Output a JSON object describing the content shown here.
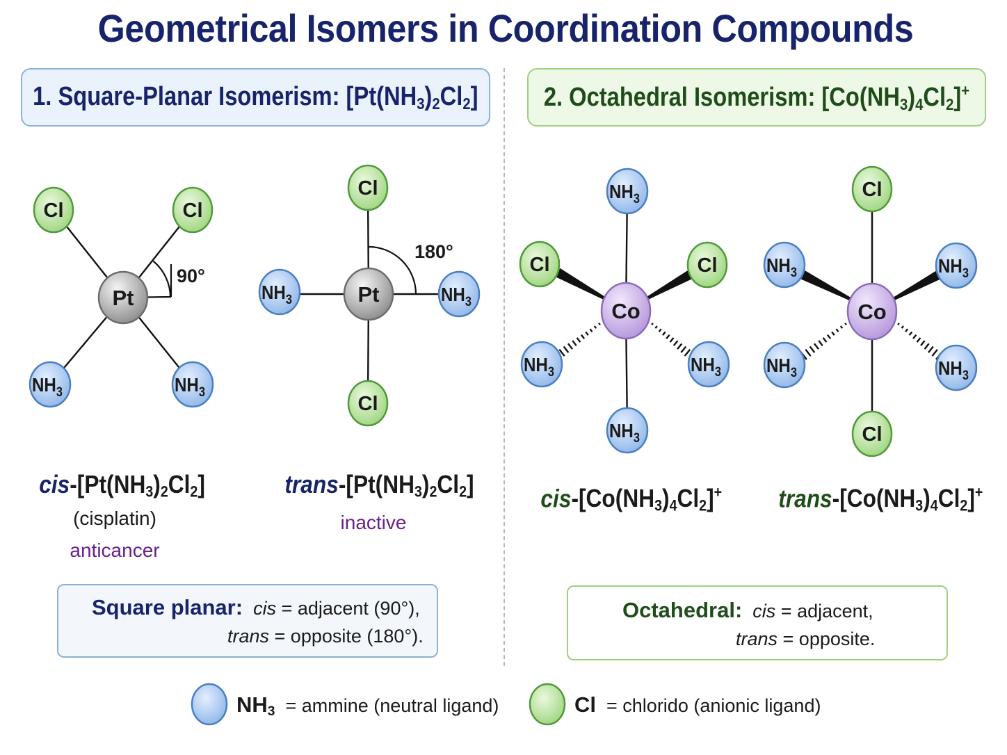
{
  "title": "Geometrical Isomers in Coordination Compounds",
  "sections": {
    "square_planar": {
      "heading_prefix": "1. Square-Planar Isomerism: ",
      "heading_formula": "[Pt(NH3)2Cl2]"
    },
    "octahedral": {
      "heading_prefix": "2. Octahedral Isomerism: ",
      "heading_formula": "[Co(NH3)4Cl2]+"
    }
  },
  "atoms": {
    "pt": "Pt",
    "co": "Co",
    "cl": "Cl",
    "nh3": "NH3"
  },
  "angles": {
    "cis": "90°",
    "trans": "180°"
  },
  "isomers": {
    "cis_pt": {
      "prefix": "cis",
      "formula": "-[Pt(NH3)2Cl2]",
      "common_name": "(cisplatin)",
      "activity": "anticancer"
    },
    "trans_pt": {
      "prefix": "trans",
      "formula": "-[Pt(NH3)2Cl2]",
      "activity": "inactive"
    },
    "cis_co": {
      "prefix": "cis",
      "formula": "-[Co(NH3)4Cl2]+"
    },
    "trans_co": {
      "prefix": "trans",
      "formula": "-[Co(NH3)4Cl2]+"
    }
  },
  "notes": {
    "square_planar": {
      "key": "Square planar:",
      "line1": "cis = adjacent (90°),",
      "line2": "trans = opposite (180°)."
    },
    "octahedral": {
      "key": "Octahedral:",
      "line1": "cis = adjacent,",
      "line2": "trans = opposite."
    }
  },
  "legend": [
    {
      "symbol": "NH3",
      "description": "= ammine (neutral ligand)",
      "color": "#a9c9ef"
    },
    {
      "symbol": "Cl",
      "description": "= chlorido (anionic ligand)",
      "color": "#b5e39b"
    }
  ],
  "colors": {
    "nh3_fill": "#a9c9ef",
    "nh3_stroke": "#4a7fc1",
    "cl_fill": "#b5e39b",
    "cl_stroke": "#4f9a3a",
    "pt_fill": "#b9b9b9",
    "co_fill": "#cdb6e6"
  }
}
